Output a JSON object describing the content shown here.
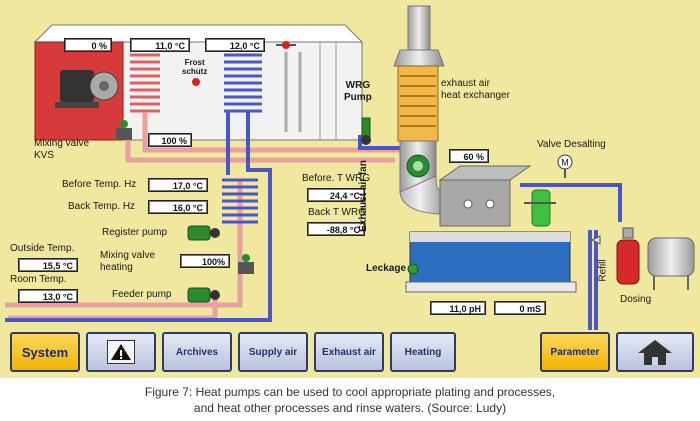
{
  "readouts": {
    "damper": "0 %",
    "temp_frost_left": "11,0 °C",
    "temp_frost_right": "12,0 °C",
    "valve_kvs": "100 %",
    "before_temp_hz": "17,0 °C",
    "back_temp_hz": "16,0 °C",
    "mixing_heating": "100%",
    "outside_temp": "15,5 °C",
    "room_temp": "13,0 °C",
    "before_t_wrg": "24,4 °C",
    "back_t_wrg": "-88,8 °C",
    "fan_speed": "60 %",
    "ph": "11,0 pH",
    "conductivity": "0 mS"
  },
  "labels": {
    "frost": "Frost\nschutz",
    "wrg_pump": "WRG\nPump",
    "exchanger": "exhaust air\nheat exchanger",
    "mixing_valve_kvs": "Mixing valve\nKVS",
    "valve_desalting": "Valve Desalting",
    "exhaust_fan": "Exhaust air fan",
    "before_temp_hz": "Before Temp. Hz",
    "back_temp_hz": "Back Temp. Hz",
    "before_t_wrg": "Before. T WRG",
    "back_t_wrg": "Back T WRG",
    "register_pump": "Register pump",
    "mixing_valve_heating": "Mixing valve\nheating",
    "outside_temp": "Outside Temp.",
    "room_temp": "Room Temp.",
    "feeder_pump": "Feeder pump",
    "leckage": "Leckage",
    "refill": "Refill",
    "dosing": "Dosing",
    "valve_symbol": "M"
  },
  "toolbar": {
    "system": "System",
    "alarm_icon": "warning-icon",
    "archives": "Archives",
    "supply_air": "Supply air",
    "exhaust_air": "Exhaust air",
    "heating": "Heating",
    "parameter": "Parameter",
    "home_icon": "home-icon"
  },
  "caption": "Figure 7: Heat pumps can be used to cool appropriate plating and processes,\nand heat other processes and rinse waters. (Source: Ludy)",
  "colors": {
    "background": "#efe89e",
    "supply_pipe": "#e8a0a0",
    "return_pipe": "#4a55c8",
    "button_highlight": "#f0b400",
    "button_border": "#2f3a66"
  }
}
